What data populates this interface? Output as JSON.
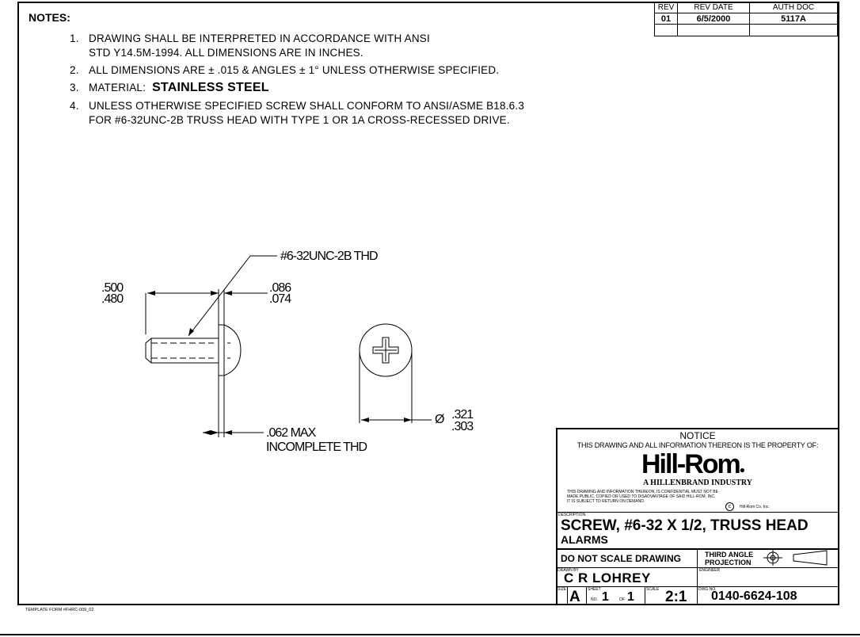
{
  "notes": {
    "title": "NOTES:",
    "items": [
      {
        "num": "1.",
        "lines": [
          "DRAWING SHALL BE INTERPRETED IN ACCORDANCE WITH ANSI",
          "STD Y14.5M-1994.  ALL DIMENSIONS ARE IN INCHES."
        ]
      },
      {
        "num": "2.",
        "lines": [
          "ALL DIMENSIONS ARE ±   .015 & ANGLES ±  1° UNLESS OTHERWISE SPECIFIED."
        ]
      },
      {
        "num": "3.",
        "label": "MATERIAL:",
        "value": "STAINLESS STEEL"
      },
      {
        "num": "4.",
        "lines": [
          "UNLESS OTHERWISE SPECIFIED SCREW SHALL CONFORM TO ANSI/ASME B18.6.3",
          "FOR #6-32UNC-2B TRUSS HEAD WITH TYPE 1 OR 1A CROSS-RECESSED DRIVE."
        ]
      }
    ]
  },
  "revision": {
    "headers": [
      "REV",
      "REV DATE",
      "AUTH DOC"
    ],
    "rev": "01",
    "date": "6/5/2000",
    "auth_doc": "5117A"
  },
  "dimensions": {
    "thread": "#6-32UNC-2B THD",
    "length_max": ".500",
    "length_min": ".480",
    "head_max": ".086",
    "head_min": ".074",
    "incomplete_value": ".062   MAX",
    "incomplete_label": "INCOMPLETE THD",
    "dia_symbol": "Ø",
    "dia_max": ".321",
    "dia_min": ".303"
  },
  "title_block": {
    "notice": "NOTICE",
    "notice_line": "THIS DRAWING AND ALL INFORMATION THEREON IS THE PROPERTY OF:",
    "company": "Hill-Rom",
    "subsidiary": "A HILLENBRAND INDUSTRY",
    "confidential": [
      "THIS DRAWING AND INFORMATION THEREON, IS CONFIDENTIAL MUST NOT BE",
      "MADE PUBLIC, COPIED OR USED TO DISADVANTAGE OF SAID HILL-ROM, INC.",
      "IT IS SUBJECT TO RETURN ON DEMAND."
    ],
    "copyright": "Hill-Rom Co. Inc.",
    "description_label": "DESCRIPTION:",
    "description": "SCREW, #6-32 X 1/2, TRUSS HEAD",
    "description2": "ALARMS",
    "do_not_scale": "DO NOT SCALE DRAWING",
    "projection": [
      "THIRD ANGLE",
      "PROJECTION"
    ],
    "drawn_by_label": "DRAWN BY",
    "drawn_by": "C R LOHREY",
    "engineer_label": "ENGINEER",
    "size_label": "SIZE",
    "size": "A",
    "sheet_label": "SHEET",
    "sheet_no_label": "NO.",
    "sheet_no": "1",
    "sheet_of_label": "OF",
    "sheet_of": "1",
    "scale_label": "SCALE",
    "scale": "2:1",
    "dwg_label": "DWG NO.",
    "dwg_no": "0140-6624-108"
  },
  "footer": "TEMPLATE FORM #FHRC-009_02"
}
